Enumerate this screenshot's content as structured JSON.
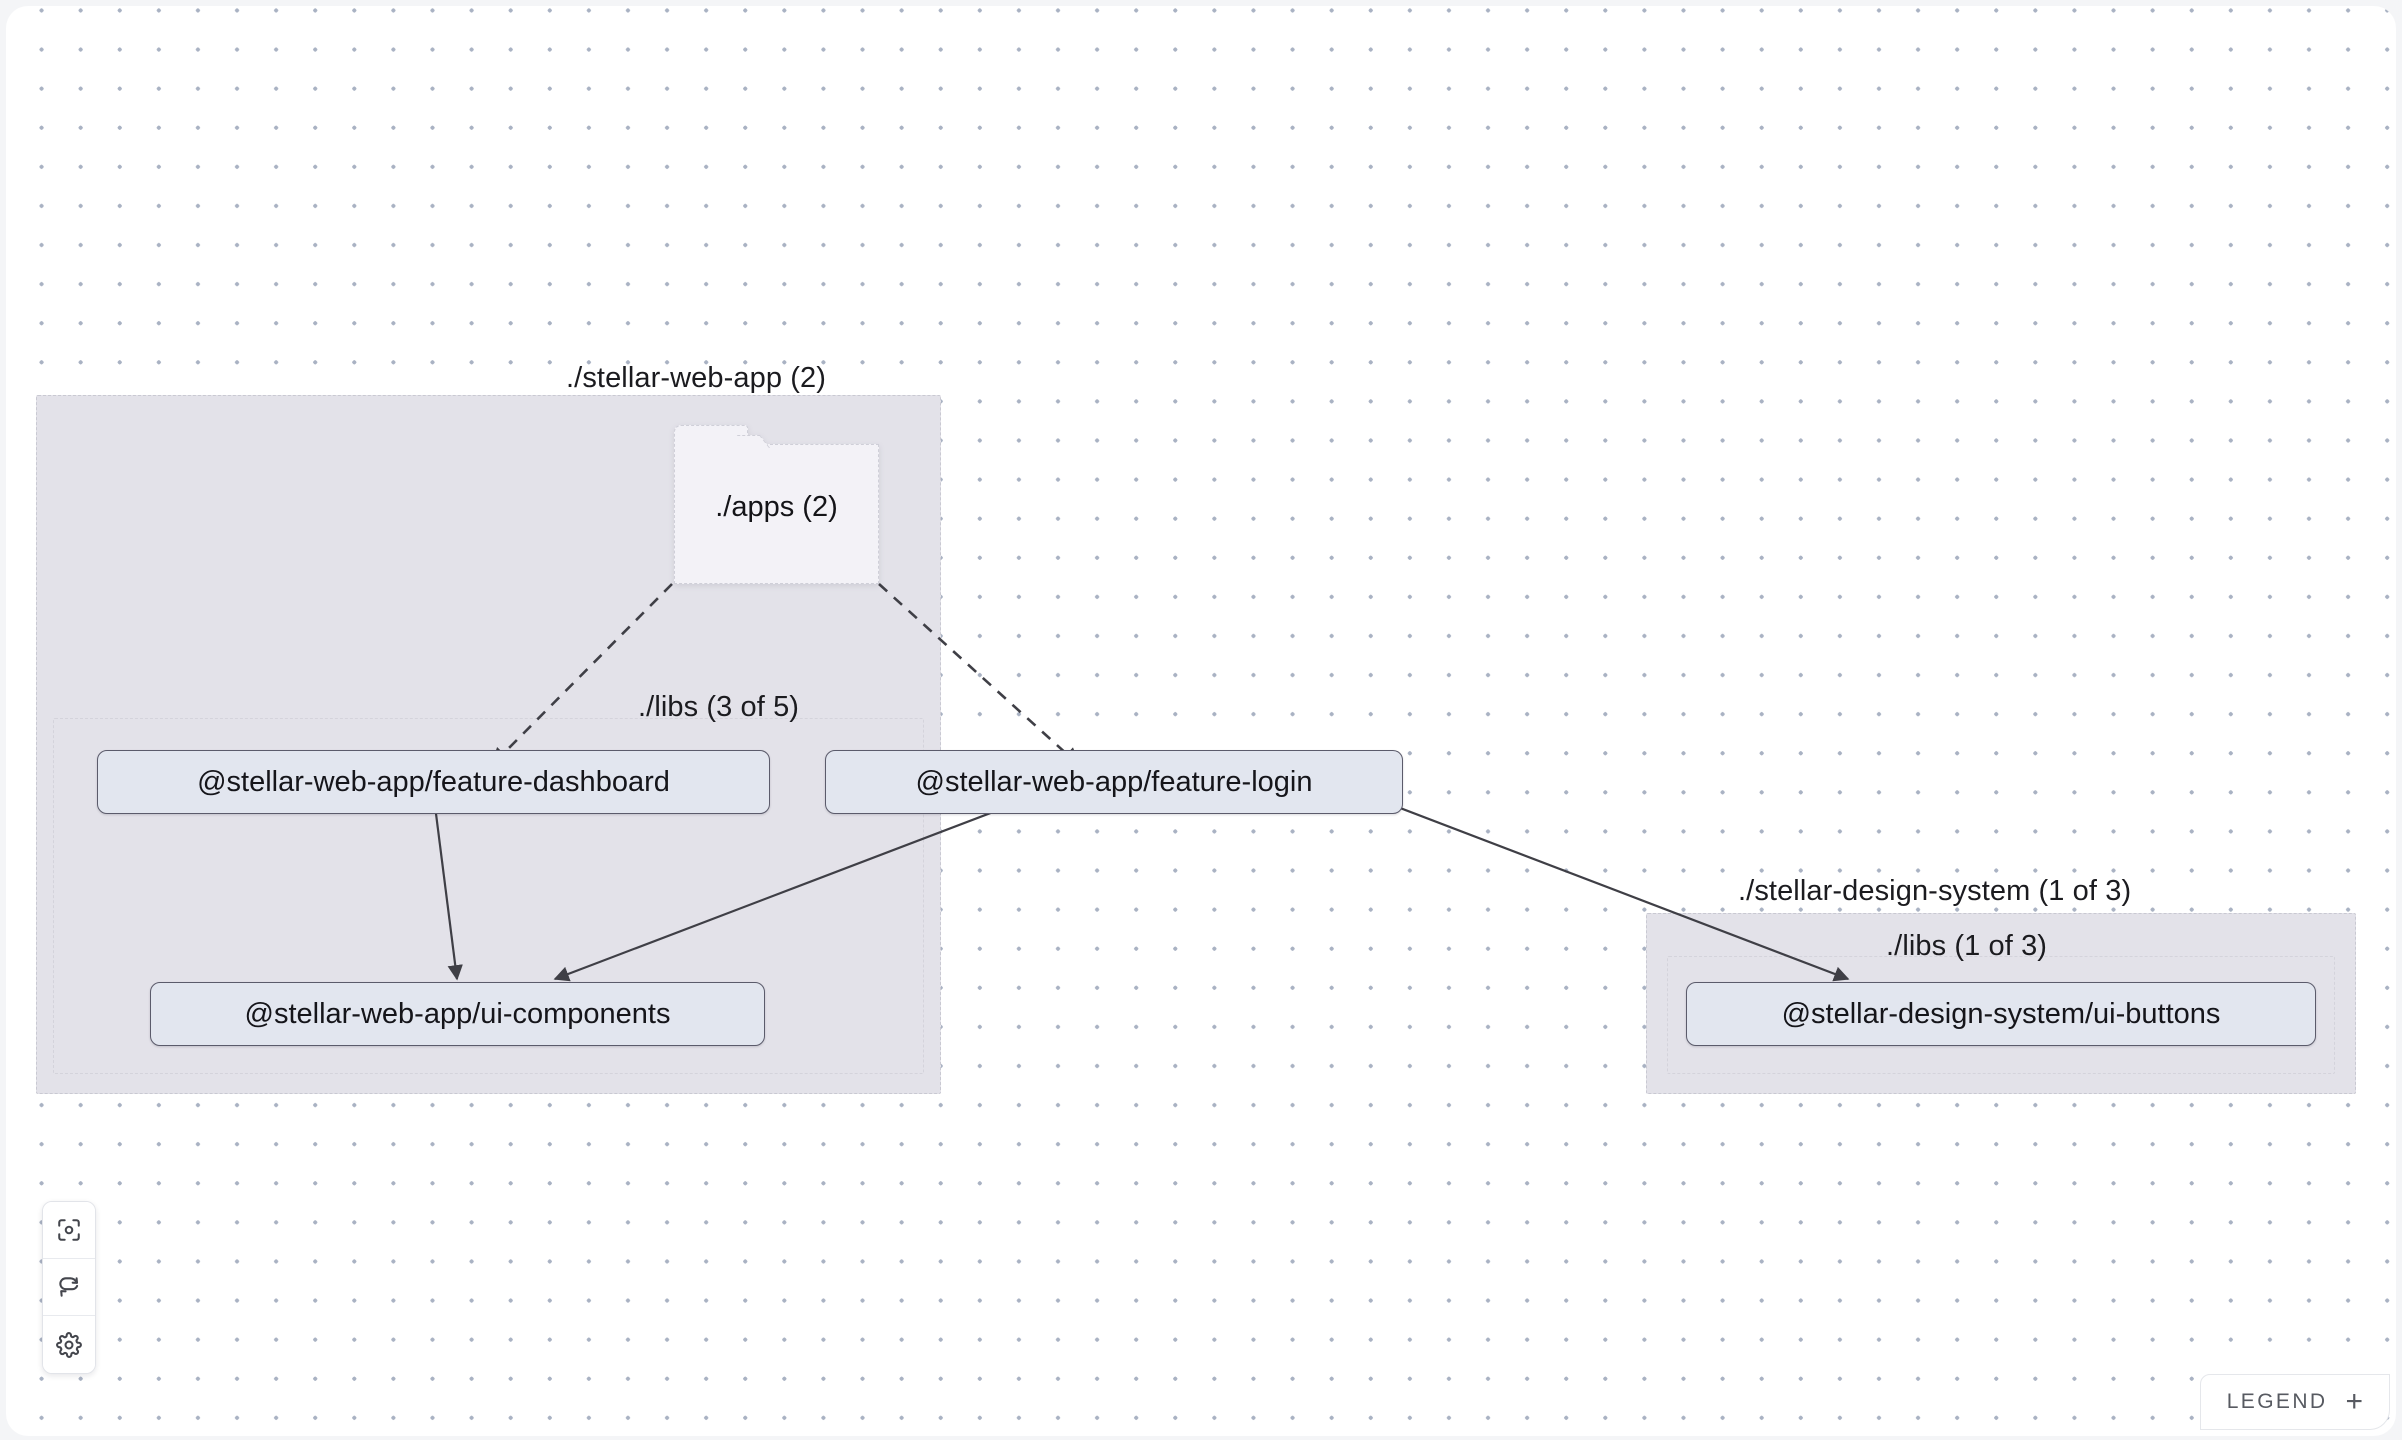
{
  "canvas": {
    "background_color": "#ffffff",
    "dot_color": "#a9b2c3",
    "page_background": "#f4f5f7"
  },
  "groups": [
    {
      "id": "stellar-web-app",
      "label": "./stellar-web-app (2)",
      "fill": "#e3e2e9",
      "border": "#c9c9d2"
    },
    {
      "id": "stellar-web-app-libs",
      "label": "./libs (3 of 5)",
      "fill": "transparent",
      "border": "#d4d3db"
    },
    {
      "id": "stellar-design-system",
      "label": "./stellar-design-system (1 of 3)",
      "fill": "#e3e2e9",
      "border": "#c9c9d2"
    },
    {
      "id": "stellar-design-system-libs",
      "label": "./libs (1 of 3)",
      "fill": "transparent",
      "border": "#d4d3db"
    }
  ],
  "folder": {
    "id": "apps",
    "label": "./apps (2)",
    "fill": "#f3f2f7",
    "border": "#cfcfd8"
  },
  "nodes": [
    {
      "id": "feature-dashboard",
      "label": "@stellar-web-app/feature-dashboard",
      "fill": "#e2e6ef",
      "border": "#5b5b6b"
    },
    {
      "id": "feature-login",
      "label": "@stellar-web-app/feature-login",
      "fill": "#e2e6ef",
      "border": "#5b5b6b"
    },
    {
      "id": "ui-components",
      "label": "@stellar-web-app/ui-components",
      "fill": "#e2e6ef",
      "border": "#5b5b6b"
    },
    {
      "id": "ui-buttons",
      "label": "@stellar-design-system/ui-buttons",
      "fill": "#e2e6ef",
      "border": "#5b5b6b"
    }
  ],
  "edges": [
    {
      "from": "apps",
      "to": "feature-dashboard",
      "style": "dashed",
      "color": "#3f3f46"
    },
    {
      "from": "apps",
      "to": "feature-login",
      "style": "dashed",
      "color": "#3f3f46"
    },
    {
      "from": "feature-dashboard",
      "to": "ui-components",
      "style": "solid",
      "color": "#3f3f46"
    },
    {
      "from": "feature-login",
      "to": "ui-components",
      "style": "solid",
      "color": "#3f3f46"
    },
    {
      "from": "feature-login",
      "to": "ui-buttons",
      "style": "solid",
      "color": "#3f3f46"
    }
  ],
  "controls": [
    {
      "id": "focus",
      "icon": "focus-target-icon",
      "label": "Focus"
    },
    {
      "id": "refresh",
      "icon": "refresh-icon",
      "label": "Refresh"
    },
    {
      "id": "settings",
      "icon": "gear-icon",
      "label": "Settings"
    }
  ],
  "legend": {
    "label": "LEGEND",
    "expand_glyph": "+"
  }
}
